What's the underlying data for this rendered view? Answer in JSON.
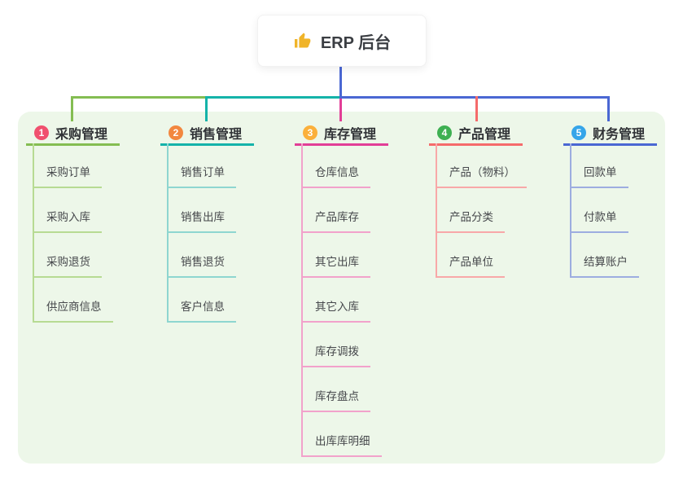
{
  "root": {
    "title": "ERP 后台",
    "icon": "thumbs-up-icon",
    "icon_color": "#f0b429",
    "connector_color": "#4a67d3"
  },
  "panel_bg": "#edf7e9",
  "branches": [
    {
      "num": "1",
      "label": "采购管理",
      "color": "#84bd52",
      "light": "#b7db93",
      "badge": "#f0506e",
      "children": [
        "采购订单",
        "采购入库",
        "采购退货",
        "供应商信息"
      ]
    },
    {
      "num": "2",
      "label": "销售管理",
      "color": "#14b3a9",
      "light": "#8ed6d0",
      "badge": "#f2873f",
      "children": [
        "销售订单",
        "销售出库",
        "销售退货",
        "客户信息"
      ]
    },
    {
      "num": "3",
      "label": "库存管理",
      "color": "#e23e97",
      "light": "#f2a2cb",
      "badge": "#fbb03b",
      "children": [
        "仓库信息",
        "产品库存",
        "其它出库",
        "其它入库",
        "库存调拨",
        "库存盘点",
        "出库库明细"
      ]
    },
    {
      "num": "4",
      "label": "产品管理",
      "color": "#f56b6b",
      "light": "#f8a8a8",
      "badge": "#3eb052",
      "children": [
        "产品（物料）",
        "产品分类",
        "产品单位"
      ]
    },
    {
      "num": "5",
      "label": "财务管理",
      "color": "#4a67d3",
      "light": "#9dade0",
      "badge": "#35a5e9",
      "children": [
        "回款单",
        "付款单",
        "结算账户"
      ]
    }
  ]
}
